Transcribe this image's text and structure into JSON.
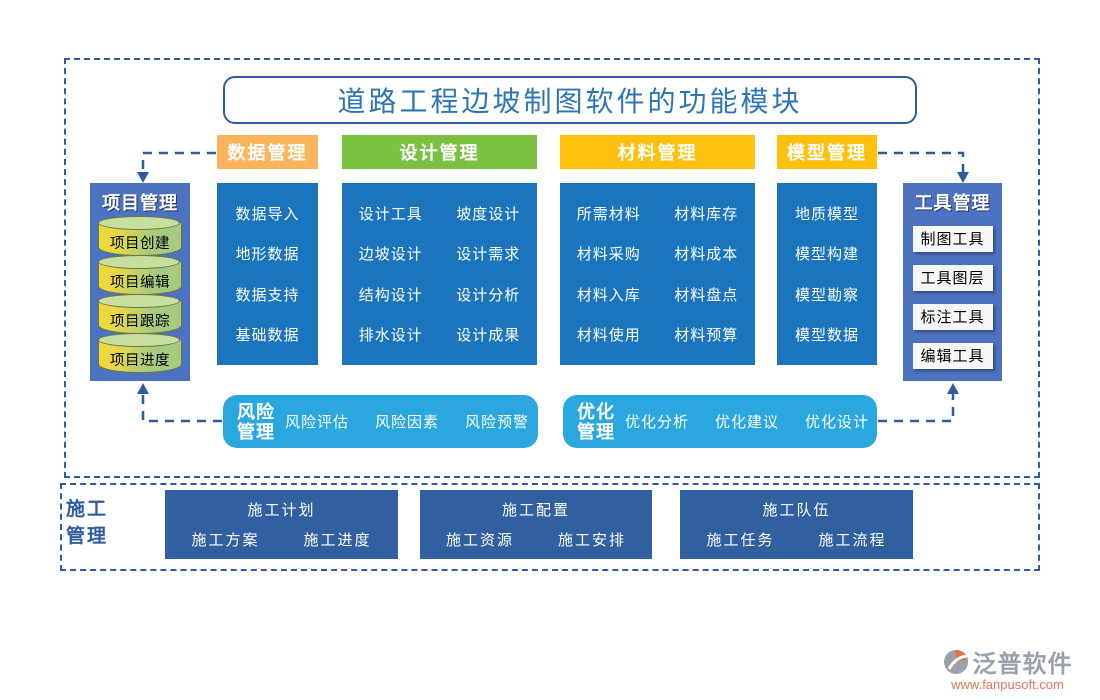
{
  "title": "道路工程边坡制图软件的功能模块",
  "columns": [
    {
      "header": "数据管理",
      "items": [
        "数据导入",
        "地形数据",
        "数据支持",
        "基础数据"
      ]
    },
    {
      "header": "设计管理",
      "items": [
        "设计工具",
        "坡度设计",
        "边坡设计",
        "设计需求",
        "结构设计",
        "设计分析",
        "排水设计",
        "设计成果"
      ]
    },
    {
      "header": "材料管理",
      "items": [
        "所需材料",
        "材料库存",
        "材料采购",
        "材料成本",
        "材料入库",
        "材料盘点",
        "材料使用",
        "材料预算"
      ]
    },
    {
      "header": "模型管理",
      "items": [
        "地质模型",
        "模型构建",
        "模型勘察",
        "模型数据"
      ]
    }
  ],
  "left_panel": {
    "title": "项目管理",
    "items": [
      "项目创建",
      "项目编辑",
      "项目跟踪",
      "项目进度"
    ]
  },
  "right_panel": {
    "title": "工具管理",
    "items": [
      "制图工具",
      "工具图层",
      "标注工具",
      "编辑工具"
    ]
  },
  "middle_bars": [
    {
      "label_line1": "风险",
      "label_line2": "管理",
      "items": [
        "风险评估",
        "风险因素",
        "风险预警"
      ]
    },
    {
      "label_line1": "优化",
      "label_line2": "管理",
      "items": [
        "优化分析",
        "优化建议",
        "优化设计"
      ]
    }
  ],
  "bottom": {
    "label_line1": "施工",
    "label_line2": "管理",
    "groups": [
      {
        "title": "施工计划",
        "items": [
          "施工方案",
          "施工进度"
        ]
      },
      {
        "title": "施工配置",
        "items": [
          "施工资源",
          "施工安排"
        ]
      },
      {
        "title": "施工队伍",
        "items": [
          "施工任务",
          "施工流程"
        ]
      }
    ]
  },
  "logo": {
    "name": "泛普软件",
    "url": "www.fanpusoft.com"
  },
  "colors": {
    "dashed_frame": "#2E5C9E",
    "title_text": "#2E75B6",
    "header_orange": "#FBB45C",
    "header_green": "#7CC242",
    "header_gold": "#FFC10D",
    "column_blue": "#1B75BC",
    "side_panel_blue": "#4D72C0",
    "middle_bar_blue": "#2AA7DF",
    "bottom_box_navy": "#30609F",
    "cylinder_yellow": "#EDD93F",
    "cylinder_green": "#A6CB80",
    "logo_gray": "#9BA1AB",
    "logo_orange": "#E87558"
  }
}
